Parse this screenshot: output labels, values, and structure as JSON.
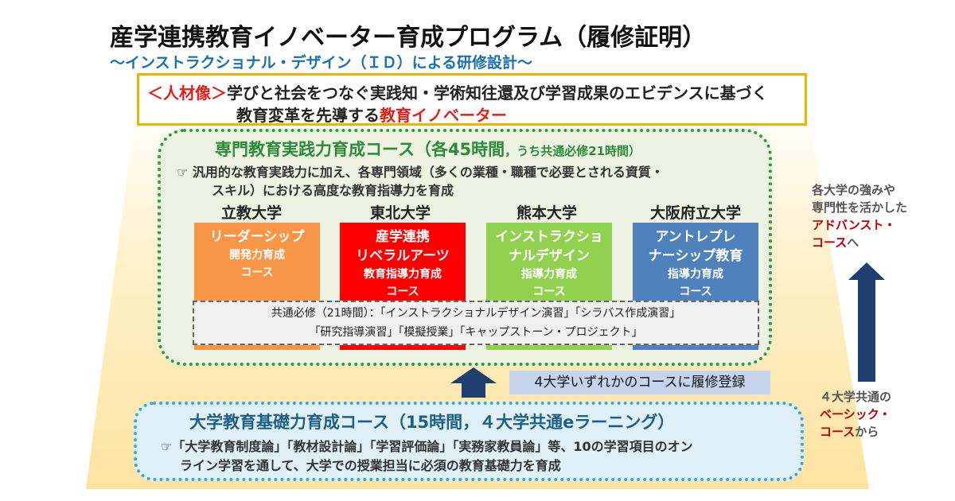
{
  "title": "産学連携教育イノベーター育成プログラム（履修証明）",
  "subtitle": "～インストラクショナル・デザイン（ＩＤ）による研修設計～",
  "persona": {
    "tag": "＜人材像＞",
    "line1": "学びと社会をつなぐ実践知・学術知往還及び学習成果のエビデンスに基づく",
    "line2_prefix": "教育変革を先導する",
    "line2_emph": "教育イノベーター"
  },
  "specialized": {
    "title": "専門教育実践力育成コース（各45時間",
    "title_small": "，うち共通必修21時間）",
    "desc_line1": "☞ 汎用的な教育実践力に加え、各専門領域（多くの業種・職種で必要とされる資質・",
    "desc_line2": "スキル）における高度な教育指導力を育成",
    "universities": [
      {
        "name": "立教大学",
        "lines": [
          "リーダーシップ",
          "開発力育成",
          "コース"
        ],
        "color": "#f79646"
      },
      {
        "name": "東北大学",
        "lines": [
          "産学連携",
          "リベラルアーツ",
          "教育指導力育成",
          "コース"
        ],
        "color": "#ff0000"
      },
      {
        "name": "熊本大学",
        "lines": [
          "インストラクショ",
          "ナルデザイン",
          "指導力育成",
          "コース"
        ],
        "color": "#92d050"
      },
      {
        "name": "大阪府立大学",
        "lines": [
          "アントレプレ",
          "ナーシップ教育",
          "指導力育成",
          "コース"
        ],
        "color": "#4f81bd"
      }
    ],
    "common_line1": "共通必修（21時間）：「インストラクショナルデザイン演習」「シラバス作成演習」",
    "common_line2": "「研究指導演習」「模擬授業」「キャップストーン・プロジェクト」"
  },
  "register_label": "4大学いずれかのコースに履修登録",
  "basic": {
    "title": "大学教育基礎力育成コース（15時間，４大学共通eラーニング）",
    "desc_line1": "☞「大学教育制度論」「教材設計論」「学習評価論」「実務家教員論」等、10の学習項目のオン",
    "desc_line2": "ライン学習を通して、大学での授業担当に必須の教育基礎力を育成"
  },
  "side_advanced": {
    "line1": "各大学の強みや",
    "line2": "専門性を活かした",
    "line3_emph": "アドバンスト・",
    "line4_emph": "コース",
    "line4_suffix": "へ"
  },
  "side_basic": {
    "line1": "４大学共通の",
    "line2_emph": "ベーシック・",
    "line3_emph": "コース",
    "line3_suffix": "から"
  },
  "colors": {
    "persona_border": "#f0b400",
    "specialized_border": "#1ea23a",
    "basic_border": "#3aa6d8",
    "arrow": "#1f3f6f",
    "accent_red": "#e0201c"
  }
}
